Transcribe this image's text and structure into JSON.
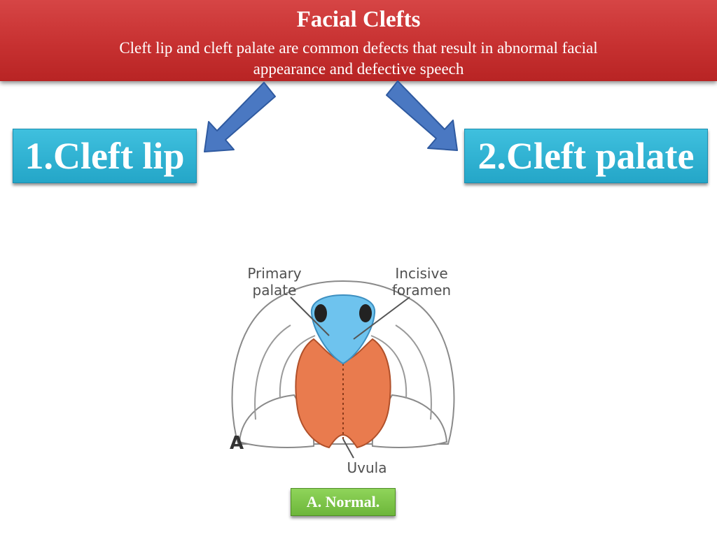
{
  "header": {
    "title": "Facial Clefts",
    "subtitle": "Cleft lip and cleft palate are common defects that result in abnormal facial appearance and defective speech"
  },
  "categories": {
    "lip": "1.Cleft lip",
    "palate": "2.Cleft palate"
  },
  "figure": {
    "labels": {
      "primary_palate_line1": "Primary",
      "primary_palate_line2": "palate",
      "incisive_foramen_line1": "Incisive",
      "incisive_foramen_line2": "foramen",
      "uvula": "Uvula",
      "panel_letter": "A"
    },
    "caption": "A. Normal."
  },
  "colors": {
    "header_red": "#c73131",
    "pill_blue": "#24a6c8",
    "arrow_blue": "#4a78c2",
    "primary_palate_blue": "#6ec3ee",
    "secondary_palate_orange": "#e97b4e",
    "caption_green": "#6db63a"
  }
}
